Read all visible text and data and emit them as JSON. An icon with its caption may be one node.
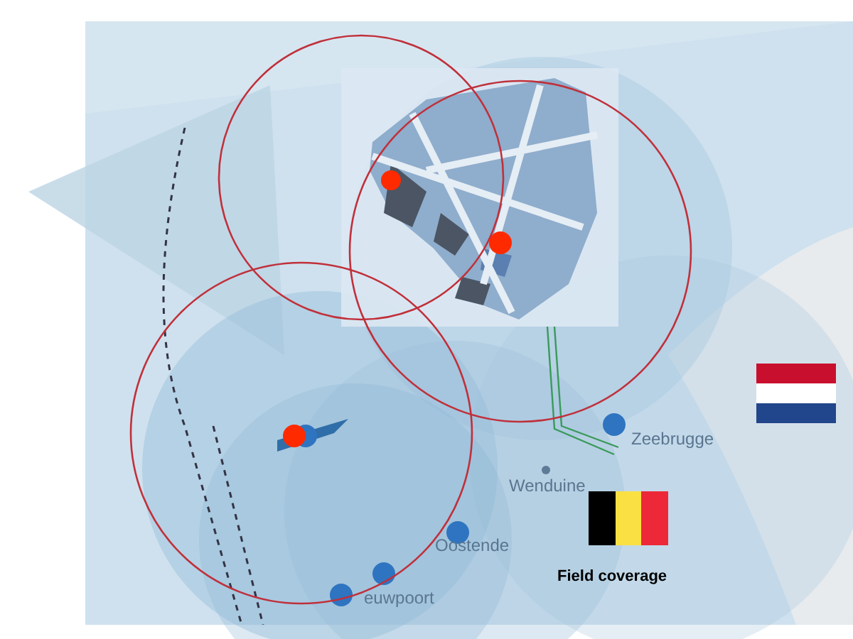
{
  "diagram": {
    "caption": "Field coverage",
    "labels": [
      "Zeebrugge",
      "Wenduine",
      "Oostende",
      "euwpoort"
    ]
  }
}
